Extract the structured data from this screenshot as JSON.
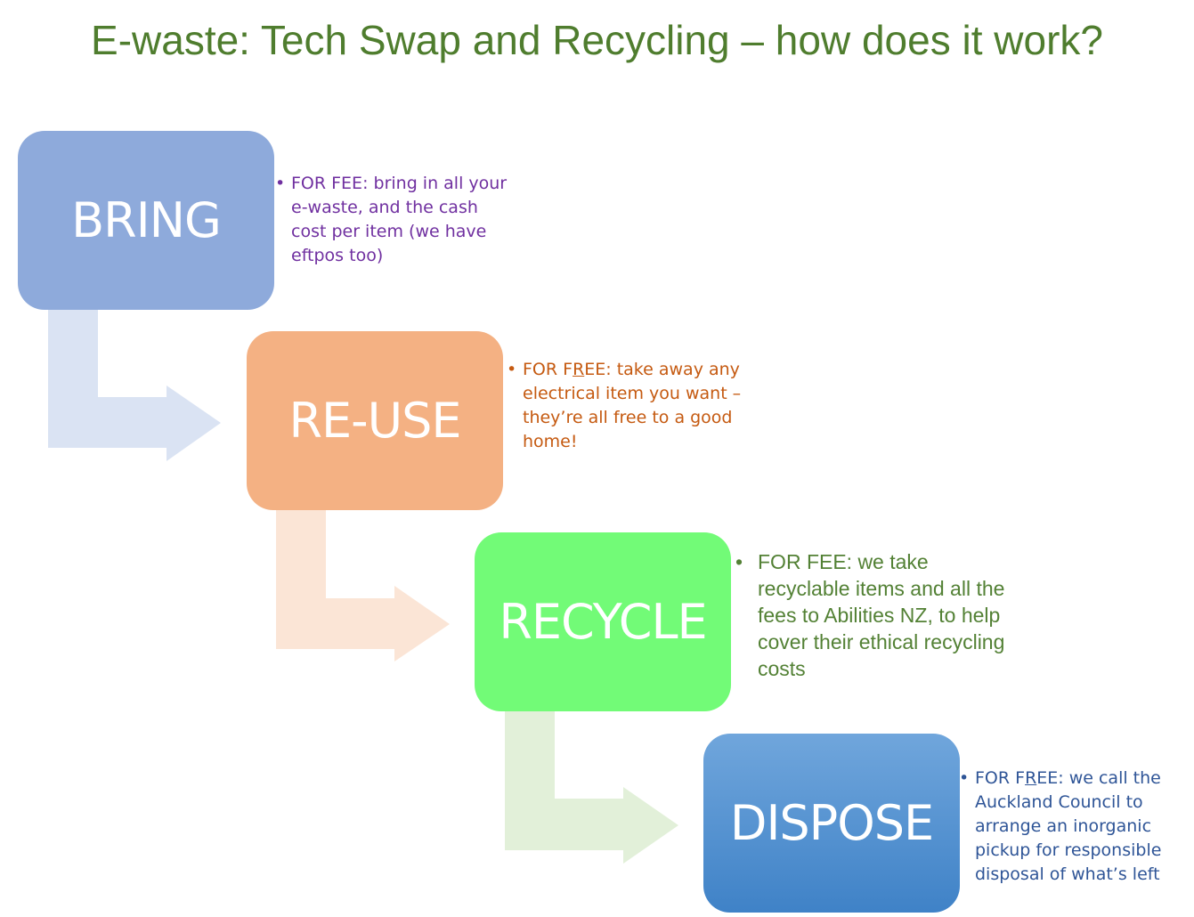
{
  "title": "E-waste: Tech Swap and Recycling – how does it work?",
  "steps": [
    {
      "label": "BRING",
      "note_parts": [
        "FOR FEE: bring  in all your e-waste, and the cash cost per item (we have eftpos too)"
      ],
      "color": "#8eaadb",
      "text_color": "#7030a0"
    },
    {
      "label": "RE-USE",
      "note_parts": [
        "FOR F",
        "R",
        "EE: take away any electrical item you want – they’re all free to a good home!"
      ],
      "color": "#f4b183",
      "text_color": "#c55a11"
    },
    {
      "label": "RECYCLE",
      "note_parts": [
        "FOR FEE: we take recyclable items and all the fees to Abilities NZ, to help cover their ethical recycling costs"
      ],
      "color": "#72fb77",
      "text_color": "#538135"
    },
    {
      "label": "DISPOSE",
      "note_parts": [
        "FOR F",
        "R",
        "EE: we call the Auckland Council to arrange an inorganic pickup for responsible disposal of what’s left"
      ],
      "color": "#5b9bd5",
      "text_color": "#2f5597"
    }
  ],
  "bullet": "•"
}
